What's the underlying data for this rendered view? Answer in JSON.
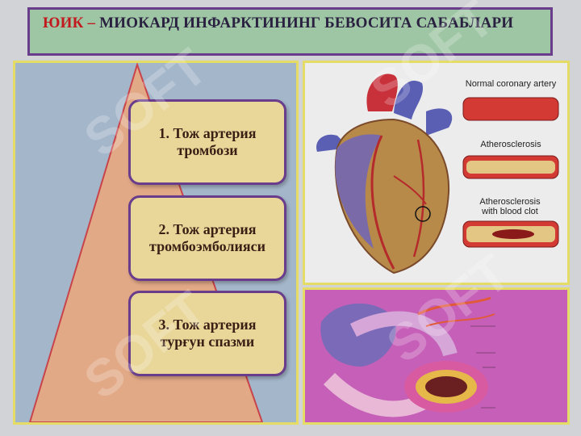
{
  "slide": {
    "title_abbr": "ЮИК",
    "title_dash": " – ",
    "title_rest": "МИОКАРД ИНФАРКТИНИНГ БЕВОСИТА САБАБЛАРИ"
  },
  "causes": [
    {
      "label": "1. Тож артерия тромбози"
    },
    {
      "label": "2. Тож артерия тромбоэмболияси"
    },
    {
      "label": "3. Тож артерия турғун спазми"
    }
  ],
  "heart_figure": {
    "labels": {
      "normal": "Normal coronary artery",
      "athero": "Atherosclerosis",
      "clot": "Atherosclerosis with blood clot"
    }
  },
  "section_figure": {
    "labels": [
      "",
      "",
      "",
      "",
      ""
    ]
  },
  "watermark": {
    "text": "SOFT"
  },
  "colors": {
    "title_bg": "#9ec6a5",
    "frame": "#6a3d8c",
    "accent_red": "#c2191f",
    "box_fill": "#e9d79a",
    "pyramid": "#e2a987",
    "panel_border": "#e4dc64"
  }
}
